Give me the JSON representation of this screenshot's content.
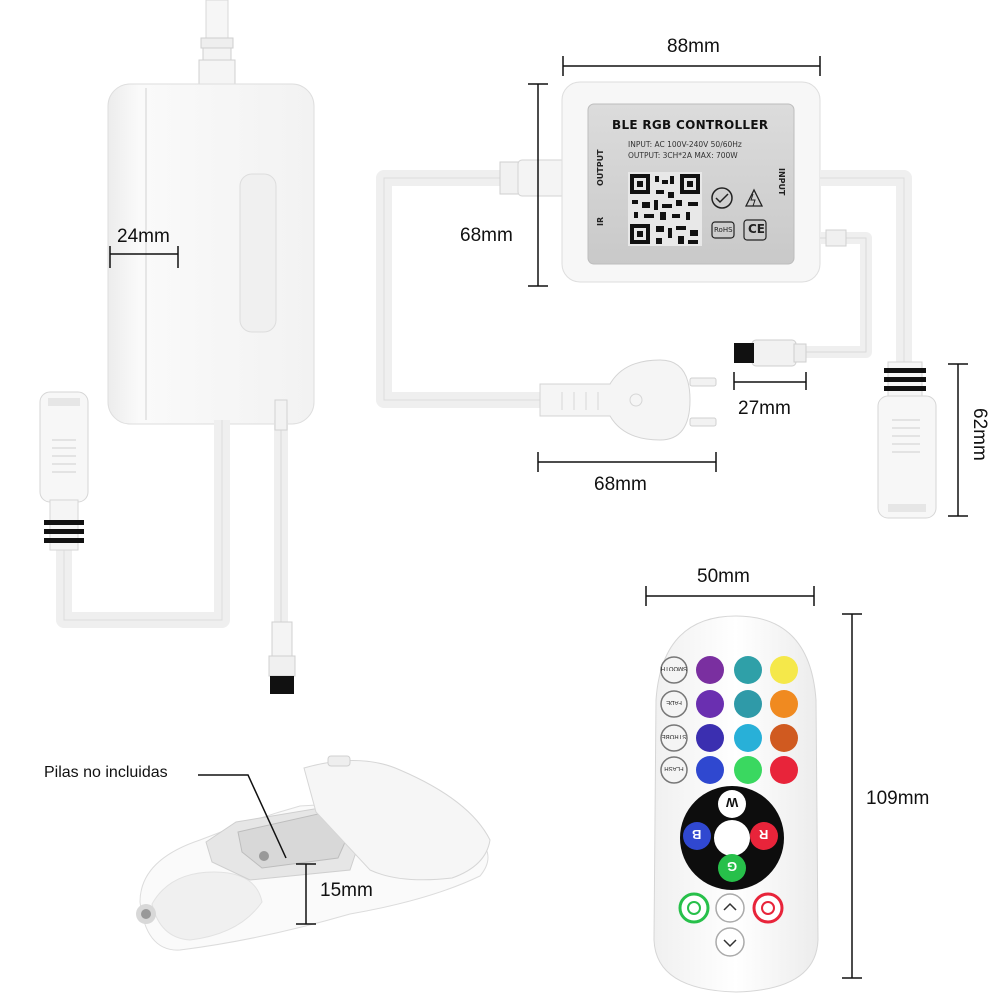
{
  "dimensions": {
    "adapter_thickness": "24mm",
    "controller_width": "88mm",
    "controller_height": "68mm",
    "plug_length": "68mm",
    "dc_connector": "27mm",
    "strip_connector": "62mm",
    "remote_width": "50mm",
    "remote_height": "109mm",
    "battery_depth": "15mm"
  },
  "controller_label": {
    "title": "BLE RGB CONTROLLER",
    "input_line": "INPUT: AC 100V-240V  50/60Hz",
    "output_line": "OUTPUT: 3CH*2A  MAX: 700W",
    "side_output": "OUTPUT",
    "side_ir": "IR",
    "side_input": "INPUT",
    "rohs": "RoHS",
    "ce": "CE"
  },
  "battery_note": "Pilas no incluidas",
  "remote": {
    "side_buttons": [
      "SMOOTH",
      "FADE",
      "STROBE",
      "FLASH"
    ],
    "wheel": {
      "top": "W",
      "left": "B",
      "right": "R",
      "bottom": "G"
    },
    "color_grid": [
      [
        "#7a2fa0",
        "#2fa0a8",
        "#f5e84a"
      ],
      [
        "#6a2fb0",
        "#2f9aa8",
        "#f08a20"
      ],
      [
        "#3b2fb0",
        "#28b0d8",
        "#d05a20"
      ],
      [
        "#2f48d0",
        "#3ad860",
        "#e8243a"
      ]
    ],
    "accent_colors": {
      "red": "#e8243a",
      "green": "#27c04a",
      "blue": "#3048d0",
      "white": "#ffffff"
    }
  }
}
